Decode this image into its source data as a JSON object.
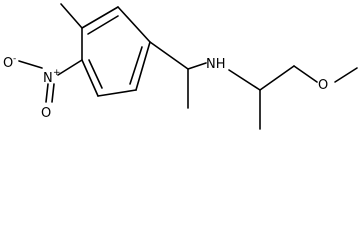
{
  "molecule": {
    "atoms": {
      "nitro_O_minus": {
        "text": "O",
        "charge": "-"
      },
      "nitro_N_plus": {
        "text": "N",
        "charge": "+"
      },
      "nitro_O_double": {
        "text": "O"
      },
      "amine_NH": {
        "text": "NH"
      },
      "methoxy_O": {
        "text": "O"
      }
    }
  },
  "colors": {
    "bond": "#000000",
    "text": "#000000",
    "background": "#ffffff"
  }
}
